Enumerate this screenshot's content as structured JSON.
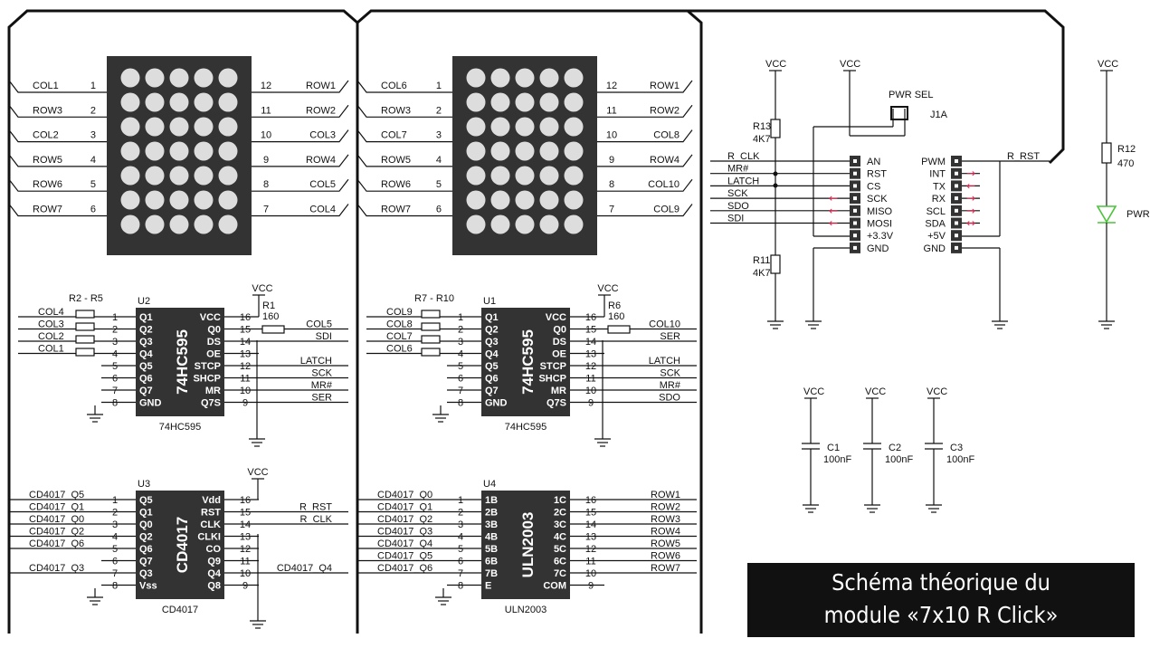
{
  "matrices": [
    {
      "id": "m1",
      "left_labels": [
        "COL1",
        "ROW3",
        "COL2",
        "ROW5",
        "ROW6",
        "ROW7"
      ],
      "left_pins": [
        "1",
        "2",
        "3",
        "4",
        "5",
        "6"
      ],
      "right_pins": [
        "12",
        "11",
        "10",
        "9",
        "8",
        "7"
      ],
      "right_labels": [
        "ROW1",
        "ROW2",
        "COL3",
        "ROW4",
        "COL5",
        "COL4"
      ]
    },
    {
      "id": "m2",
      "left_labels": [
        "COL6",
        "ROW3",
        "COL7",
        "ROW5",
        "ROW6",
        "ROW7"
      ],
      "left_pins": [
        "1",
        "2",
        "3",
        "4",
        "5",
        "6"
      ],
      "right_pins": [
        "12",
        "11",
        "10",
        "9",
        "8",
        "7"
      ],
      "right_labels": [
        "ROW1",
        "ROW2",
        "COL8",
        "ROW4",
        "COL10",
        "COL9"
      ]
    }
  ],
  "shift_registers": [
    {
      "id": "u2",
      "ref": "U2",
      "name": "74HC595",
      "res_ref": "R2 - R5",
      "left_nets": [
        "COL4",
        "COL3",
        "COL2",
        "COL1",
        "",
        "",
        "",
        ""
      ],
      "left_pins": [
        "1",
        "2",
        "3",
        "4",
        "5",
        "6",
        "7",
        "8"
      ],
      "left_names": [
        "Q1",
        "Q2",
        "Q3",
        "Q4",
        "Q5",
        "Q6",
        "Q7",
        "GND"
      ],
      "right_pins": [
        "16",
        "15",
        "14",
        "13",
        "12",
        "11",
        "10",
        "9"
      ],
      "right_names": [
        "VCC",
        "Q0",
        "DS",
        "OE",
        "STCP",
        "SHCP",
        "MR",
        "Q7S"
      ],
      "right_nets": [
        "",
        "COL5",
        "SDI",
        "",
        "LATCH",
        "SCK",
        "MR#",
        "SER"
      ],
      "r_ref": "R1",
      "r_val": "160",
      "vcc": "VCC"
    },
    {
      "id": "u1",
      "ref": "U1",
      "name": "74HC595",
      "res_ref": "R7 - R10",
      "left_nets": [
        "COL9",
        "COL8",
        "COL7",
        "COL6",
        "",
        "",
        "",
        ""
      ],
      "left_pins": [
        "1",
        "2",
        "3",
        "4",
        "5",
        "6",
        "7",
        "8"
      ],
      "left_names": [
        "Q1",
        "Q2",
        "Q3",
        "Q4",
        "Q5",
        "Q6",
        "Q7",
        "GND"
      ],
      "right_pins": [
        "16",
        "15",
        "14",
        "13",
        "12",
        "11",
        "10",
        "9"
      ],
      "right_names": [
        "VCC",
        "Q0",
        "DS",
        "OE",
        "STCP",
        "SHCP",
        "MR",
        "Q7S"
      ],
      "right_nets": [
        "",
        "COL10",
        "SER",
        "",
        "LATCH",
        "SCK",
        "MR#",
        "SDO"
      ],
      "r_ref": "R6",
      "r_val": "160",
      "vcc": "VCC"
    }
  ],
  "counter": {
    "ref": "U3",
    "name": "CD4017",
    "vcc": "VCC",
    "left_nets": [
      "CD4017_Q5",
      "CD4017_Q1",
      "CD4017_Q0",
      "CD4017_Q2",
      "CD4017_Q6",
      "",
      "CD4017_Q3",
      ""
    ],
    "left_pins": [
      "1",
      "2",
      "3",
      "4",
      "5",
      "6",
      "7",
      "8"
    ],
    "left_names": [
      "Q5",
      "Q1",
      "Q0",
      "Q2",
      "Q6",
      "Q7",
      "Q3",
      "Vss"
    ],
    "right_pins": [
      "16",
      "15",
      "14",
      "13",
      "12",
      "11",
      "10",
      "9"
    ],
    "right_names": [
      "Vdd",
      "RST",
      "CLK",
      "CLKI",
      "CO",
      "Q9",
      "Q4",
      "Q8"
    ],
    "right_nets": [
      "",
      "R_RST",
      "R_CLK",
      "",
      "",
      "",
      "CD4017_Q4",
      ""
    ]
  },
  "driver": {
    "ref": "U4",
    "name": "ULN2003",
    "left_nets": [
      "CD4017_Q0",
      "CD4017_Q1",
      "CD4017_Q2",
      "CD4017_Q3",
      "CD4017_Q4",
      "CD4017_Q5",
      "CD4017_Q6",
      ""
    ],
    "left_pins": [
      "1",
      "2",
      "3",
      "4",
      "5",
      "6",
      "7",
      "8"
    ],
    "left_names": [
      "1B",
      "2B",
      "3B",
      "4B",
      "5B",
      "6B",
      "7B",
      "E"
    ],
    "right_pins": [
      "16",
      "15",
      "14",
      "13",
      "12",
      "11",
      "10",
      "9"
    ],
    "right_names": [
      "1C",
      "2C",
      "3C",
      "4C",
      "5C",
      "6C",
      "7C",
      "COM"
    ],
    "right_nets": [
      "ROW1",
      "ROW2",
      "ROW3",
      "ROW4",
      "ROW5",
      "ROW6",
      "ROW7",
      ""
    ]
  },
  "header_left": {
    "nets": [
      "R_CLK",
      "MR#",
      "LATCH",
      "SCK",
      "SDO",
      "SDI"
    ],
    "pins": [
      "AN",
      "RST",
      "CS",
      "SCK",
      "MISO",
      "MOSI",
      "+3.3V",
      "GND"
    ]
  },
  "header_right": {
    "pins": [
      "PWM",
      "INT",
      "TX",
      "RX",
      "SCL",
      "SDA",
      "+5V",
      "GND"
    ],
    "net": "R_RST"
  },
  "jumper": {
    "label": "PWR SEL",
    "ref": "J1A"
  },
  "power": {
    "r13_ref": "R13",
    "r13_val": "4K7",
    "r11_ref": "R11",
    "r11_val": "4K7",
    "r12_ref": "R12",
    "r12_val": "470",
    "led": "PWR",
    "vcc": "VCC"
  },
  "caps": [
    {
      "ref": "C1",
      "val": "100nF"
    },
    {
      "ref": "C2",
      "val": "100nF"
    },
    {
      "ref": "C3",
      "val": "100nF"
    }
  ],
  "caption": {
    "line1": "Schéma théorique du",
    "line2": "module «7x10 R Click»"
  },
  "colors": {
    "ink": "#111111",
    "chip": "#333333",
    "led_dot": "#dddddd",
    "arrow": "#e0204a",
    "led_green": "#4cc33a"
  }
}
